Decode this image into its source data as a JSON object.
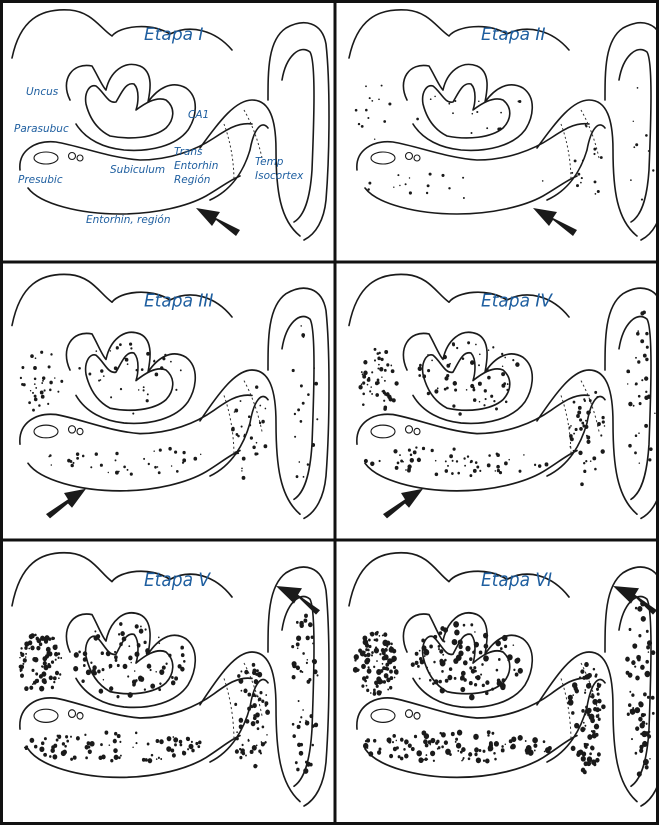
{
  "panels": [
    {
      "title": "Etapa I",
      "density": 0.0,
      "arrow": "entorhinal"
    },
    {
      "title": "Etapa II",
      "density": 0.15,
      "arrow": "entorhinal"
    },
    {
      "title": "Etapa III",
      "density": 0.35,
      "arrow": "entorhinal-left"
    },
    {
      "title": "Etapa IV",
      "density": 0.55,
      "arrow": "entorhinal-left"
    },
    {
      "title": "Etapa V",
      "density": 0.8,
      "arrow": "isocortex"
    },
    {
      "title": "Etapa VI",
      "density": 1.0,
      "arrow": "isocortex"
    }
  ],
  "region_labels": {
    "uncus": "Uncus",
    "parasubic": "Parasubuc",
    "presubic": "Presubic",
    "subiculum": "Subiculum",
    "ca1": "CA1",
    "trans_entorhin": "Trans",
    "trans_entorhin_2": "Entorhin",
    "trans_entorhin_3": "Región",
    "temp_isocortex": "Temp",
    "temp_isocortex_2": "Isocortex",
    "entorhin_region": "Entorhin, región"
  },
  "colors": {
    "label": "#1f5fa0",
    "ink": "#1a1a1a",
    "grid": "#111111"
  }
}
